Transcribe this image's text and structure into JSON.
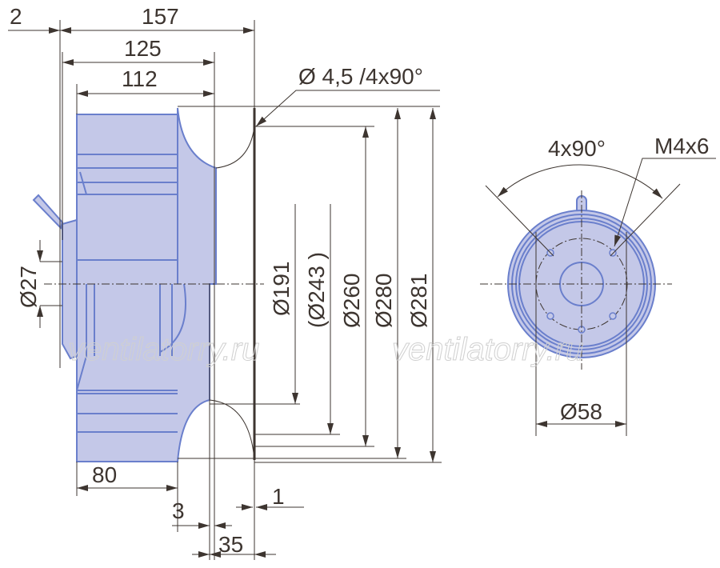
{
  "colors": {
    "body_fill": "#c4c8e8",
    "body_stroke": "#6a7fcc",
    "dimension": "#3d3530"
  },
  "side_view": {
    "dim_2": "2",
    "dim_157": "157",
    "dim_125": "125",
    "dim_112": "112",
    "hole_note": "Ø 4,5 /4x90°",
    "dia_191": "Ø191",
    "dia_243": "(Ø243 )",
    "dia_260": "Ø260",
    "dia_280": "Ø280",
    "dia_281": "Ø281",
    "dia_27": "Ø27",
    "dim_80": "80",
    "dim_3": "3",
    "dim_35": "35",
    "dim_1": "1"
  },
  "front_view": {
    "angle": "4x90°",
    "thread": "M4x6",
    "dia_58": "Ø58"
  },
  "watermark": [
    "ventilatorry.ru",
    "ventilatorry.ru"
  ]
}
